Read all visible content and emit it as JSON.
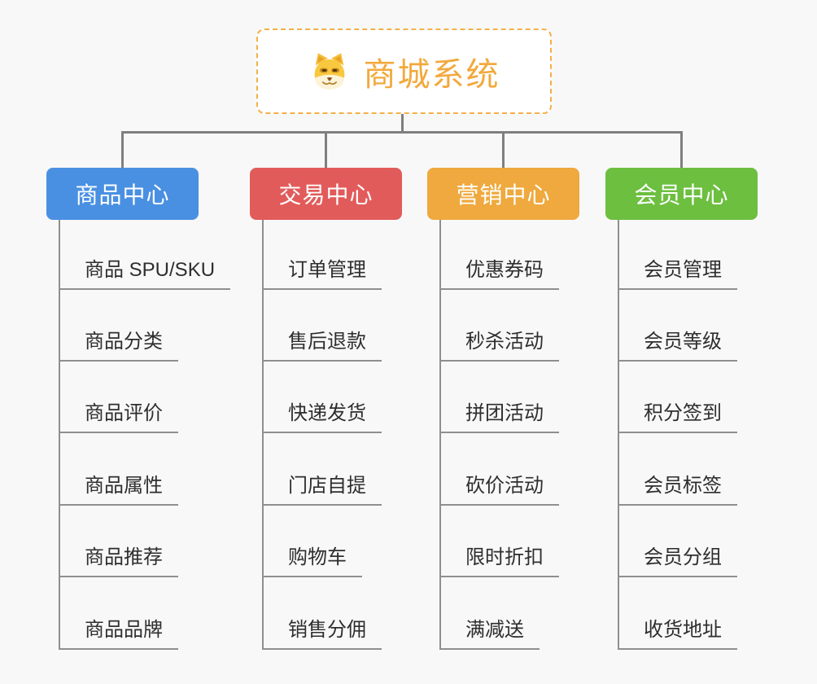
{
  "root": {
    "title": "商城系统",
    "icon": "shiba-dog-icon"
  },
  "branches": [
    {
      "label": "商品中心",
      "color": "#4a90e2",
      "children": [
        "商品 SPU/SKU",
        "商品分类",
        "商品评价",
        "商品属性",
        "商品推荐",
        "商品品牌"
      ]
    },
    {
      "label": "交易中心",
      "color": "#e25b5b",
      "children": [
        "订单管理",
        "售后退款",
        "快递发货",
        "门店自提",
        "购物车",
        "销售分佣"
      ]
    },
    {
      "label": "营销中心",
      "color": "#efa93e",
      "children": [
        "优惠券码",
        "秒杀活动",
        "拼团活动",
        "砍价活动",
        "限时折扣",
        "满减送"
      ]
    },
    {
      "label": "会员中心",
      "color": "#6dbf40",
      "children": [
        "会员管理",
        "会员等级",
        "积分签到",
        "会员标签",
        "会员分组",
        "收货地址"
      ]
    }
  ],
  "colors": {
    "root_accent": "#f2a93c",
    "root_border": "#f3b04a",
    "connector": "#7f7f7f",
    "leaf_line": "#8f8f8f",
    "background": "#f8f8f8"
  }
}
